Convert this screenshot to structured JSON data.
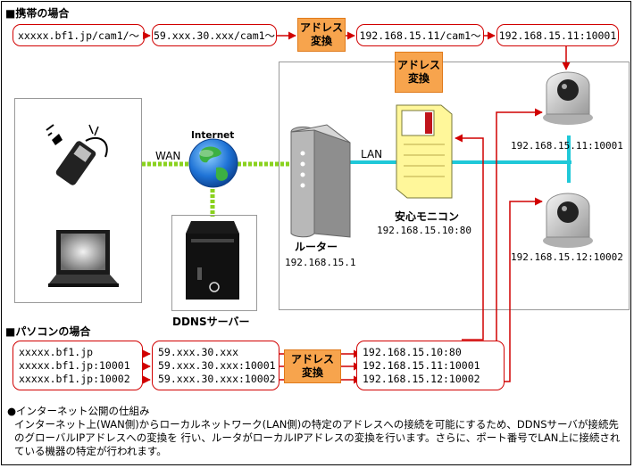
{
  "mobile_case": {
    "heading": "■携帯の場合",
    "url_camera": "xxxxx.bf1.jp/cam1/～",
    "url_global": "59.xxx.30.xxx/cam1～",
    "convert": [
      "アドレス",
      "変換"
    ],
    "url_local": "192.168.15.11/cam1～",
    "url_target": "192.168.15.11:10001"
  },
  "network": {
    "convert_top": [
      "アドレス",
      "変換"
    ],
    "wan_label": "WAN",
    "internet_label": "Internet",
    "lan_label": "LAN",
    "ddns_label": "DDNSサーバー",
    "router_label": "ルーター",
    "router_ip": "192.168.15.1",
    "monitor_label": "安心モニコン",
    "monitor_ip": "192.168.15.10:80",
    "camera1_ip": "192.168.15.11:10001",
    "camera2_ip": "192.168.15.12:10002"
  },
  "pc_case": {
    "heading": "■パソコンの場合",
    "domains": [
      "xxxxx.bf1.jp",
      "xxxxx.bf1.jp:10001",
      "xxxxx.bf1.jp:10002"
    ],
    "globals": [
      "59.xxx.30.xxx",
      "59.xxx.30.xxx:10001",
      "59.xxx.30.xxx:10002"
    ],
    "convert": [
      "アドレス",
      "変換"
    ],
    "locals": [
      "192.168.15.10:80",
      "192.168.15.11:10001",
      "192.168.15.12:10002"
    ]
  },
  "notes": {
    "title": "●インターネット公開の仕組み",
    "body": "インターネット上(WAN側)からローカルネットワーク(LAN側)の特定のアドレスへの接続を可能にするため、DDNSサーバが接続先のグローバルIPアドレスへの変換を 行い、ルータがローカルIPアドレスの変換を行います。さらに、ポート番号でLAN上に接続されている機器の特定が行われます。"
  },
  "colors": {
    "red": "#d10000",
    "orange": "#f7a44d",
    "cyan": "#1fc8d8",
    "green_dash": "#8ad21e",
    "yellow": "#fff79a"
  }
}
